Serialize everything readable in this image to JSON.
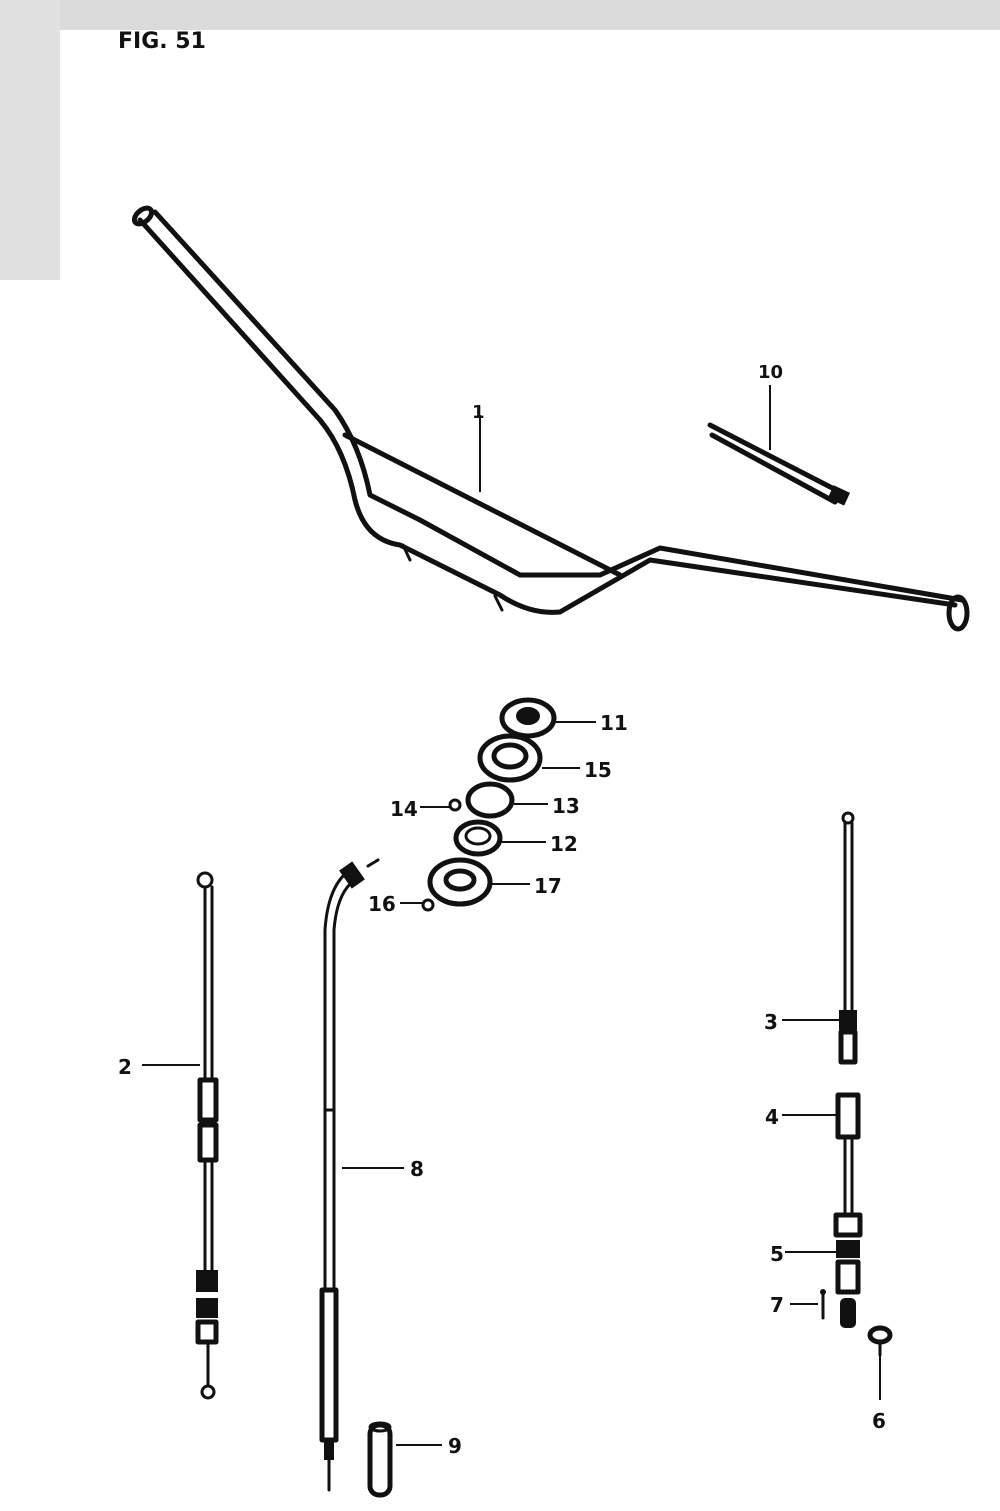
{
  "figure": {
    "title": "FIG. 51"
  },
  "callouts": [
    {
      "id": "1",
      "label": "1"
    },
    {
      "id": "2",
      "label": "2"
    },
    {
      "id": "3",
      "label": "3"
    },
    {
      "id": "4",
      "label": "4"
    },
    {
      "id": "5",
      "label": "5"
    },
    {
      "id": "6",
      "label": "6"
    },
    {
      "id": "7",
      "label": "7"
    },
    {
      "id": "8",
      "label": "8"
    },
    {
      "id": "9",
      "label": "9"
    },
    {
      "id": "10",
      "label": "10"
    },
    {
      "id": "11",
      "label": "11"
    },
    {
      "id": "12",
      "label": "12"
    },
    {
      "id": "13",
      "label": "13"
    },
    {
      "id": "14",
      "label": "14"
    },
    {
      "id": "15",
      "label": "15"
    },
    {
      "id": "16",
      "label": "16"
    },
    {
      "id": "17",
      "label": "17"
    }
  ],
  "colors": {
    "ink": "#111111",
    "paper": "#ffffff"
  }
}
